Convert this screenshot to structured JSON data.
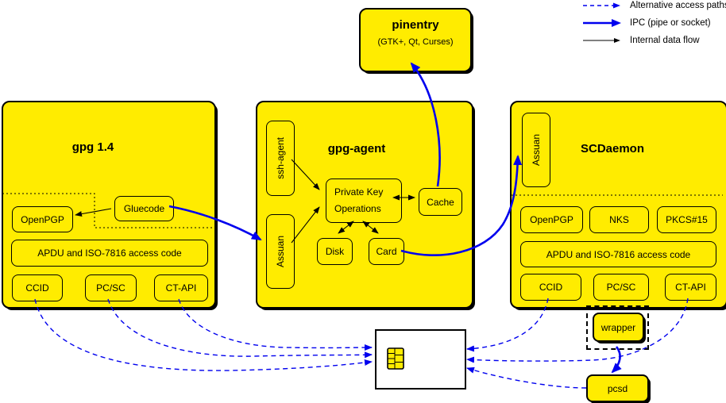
{
  "legend": {
    "items": [
      {
        "label": "Alternative access paths",
        "style": "dashed-blue-arrow"
      },
      {
        "label": "IPC (pipe or socket)",
        "style": "thick-blue-arrow"
      },
      {
        "label": "Internal data flow",
        "style": "thin-black-arrow"
      }
    ]
  },
  "pinentry": {
    "title": "pinentry",
    "subtitle": "(GTK+, Qt, Curses)"
  },
  "gpg14": {
    "title": "gpg 1.4",
    "openpgp": "OpenPGP",
    "gluecode": "Gluecode",
    "apdu": "APDU and ISO-7816 access code",
    "ccid": "CCID",
    "pcsc": "PC/SC",
    "ctapi": "CT-API"
  },
  "gpgagent": {
    "title": "gpg-agent",
    "ssh_agent": "ssh-agent",
    "assuan": "Assuan",
    "private_key_ops_line1": "Private Key",
    "private_key_ops_line2": "Operations",
    "cache": "Cache",
    "disk": "Disk",
    "card": "Card"
  },
  "scdaemon": {
    "title": "SCDaemon",
    "assuan": "Assuan",
    "openpgp": "OpenPGP",
    "nks": "NKS",
    "pkcs15": "PKCS#15",
    "apdu": "APDU and ISO-7816 access code",
    "ccid": "CCID",
    "pcsc": "PC/SC",
    "ctapi": "CT-API"
  },
  "peripherals": {
    "wrapper": "wrapper",
    "pcsd": "pcsd"
  },
  "icons": {
    "smartcard_chip": "smartcard-chip-icon",
    "legend_dashed": "dashed-arrow-icon",
    "legend_ipc": "ipc-arrow-icon",
    "legend_internal": "internal-flow-arrow-icon"
  },
  "colors": {
    "box_fill": "#ffec00",
    "ipc_blue": "#0000ee",
    "line_black": "#000000",
    "card_fill": "#ffffff"
  }
}
